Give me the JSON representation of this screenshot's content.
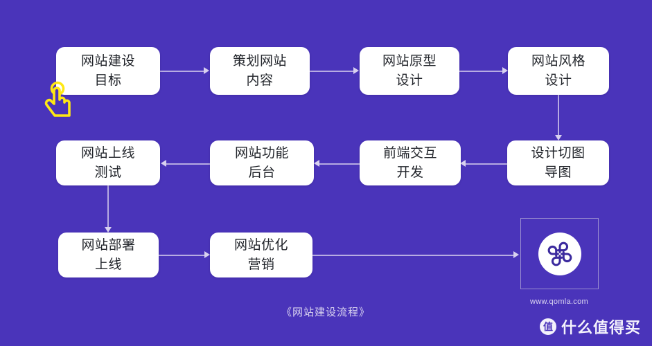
{
  "theme": {
    "background": "#4a34ba",
    "node_fill": "#ffffff",
    "node_text": "#22252b",
    "connector": "#b7abe2",
    "arrow": "#d8d1ef",
    "cursor": "#ffe813",
    "caption_text": "#d9d3f0"
  },
  "diagram": {
    "caption": "《网站建设流程》",
    "nodes": [
      {
        "id": "n1",
        "line1": "网站建设",
        "line2": "目标"
      },
      {
        "id": "n2",
        "line1": "策划网站",
        "line2": "内容"
      },
      {
        "id": "n3",
        "line1": "网站原型",
        "line2": "设计"
      },
      {
        "id": "n4",
        "line1": "网站风格",
        "line2": "设计"
      },
      {
        "id": "n5",
        "line1": "设计切图",
        "line2": "导图"
      },
      {
        "id": "n6",
        "line1": "前端交互",
        "line2": "开发"
      },
      {
        "id": "n7",
        "line1": "网站功能",
        "line2": "后台"
      },
      {
        "id": "n8",
        "line1": "网站上线",
        "line2": "测试"
      },
      {
        "id": "n9",
        "line1": "网站部署",
        "line2": "上线"
      },
      {
        "id": "n10",
        "line1": "网站优化",
        "line2": "营销"
      }
    ]
  },
  "logo": {
    "name": "qomla-logo",
    "url": "www.qomla.com"
  },
  "cursor": {
    "name": "tap-hand-cursor"
  },
  "watermark": {
    "badge": "值",
    "text": "什么值得买"
  }
}
